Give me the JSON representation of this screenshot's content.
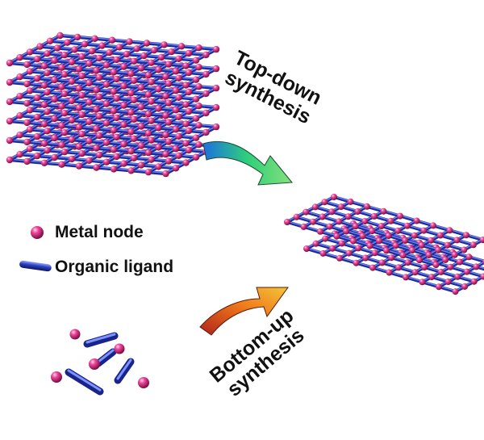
{
  "legend": {
    "metal_node": "Metal node",
    "organic_ligand": "Organic ligand"
  },
  "arrows": {
    "top_down_line1": "Top-down",
    "top_down_line2": "synthesis",
    "bottom_up_line1": "Bottom-up",
    "bottom_up_line2": "synthesis"
  },
  "colors": {
    "metal_node": "#d81b7a",
    "organic_ligand": "#2b3fbf",
    "top_down_arrow": [
      "#1e6fe0",
      "#2fd07a",
      "#86e07a"
    ],
    "bottom_up_arrow": [
      "#b0221c",
      "#f07a1a",
      "#f2c53a"
    ]
  },
  "structures": {
    "bulk_layers": 6,
    "nanosheet_layers": 2
  }
}
